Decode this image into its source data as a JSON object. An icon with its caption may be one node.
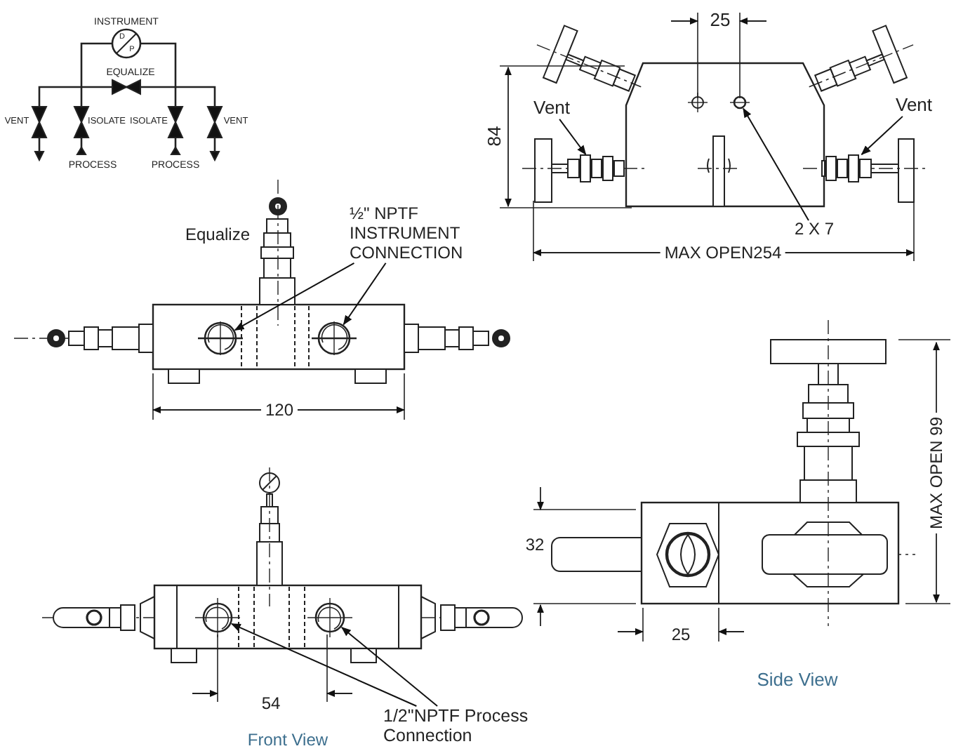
{
  "diagram": {
    "nodes": [
      {
        "text": [
          "Vent"
        ]
      },
      {
        "text": [],
        "shape": "picture"
      },
      {
        "text": [
          "Vent"
        ]
      },
      {
        "text": [],
        "shape": "picture"
      },
      {
        "text": [
          "2 X 7"
        ]
      },
      {
        "text": [],
        "shape": "circle"
      },
      {
        "text": [
          "½\" NPTF INSTRUMENT CONNECTION"
        ]
      },
      {
        "text": [],
        "shape": "circle"
      },
      {
        "text": [],
        "shape": "circle"
      },
      {
        "text": [
          "1/2\"NPTF Process Connection"
        ]
      },
      {
        "text": [],
        "shape": "circle"
      },
      {
        "text": [],
        "shape": "circle"
      }
    ],
    "edges": [
      {
        "from": 0,
        "to": 1,
        "arrow": "to"
      },
      {
        "from": 2,
        "to": 3,
        "arrow": "to"
      },
      {
        "from": 4,
        "to": 5,
        "arrow": "to"
      },
      {
        "from": 6,
        "to": 7,
        "arrow": "to"
      },
      {
        "from": 6,
        "to": 8,
        "arrow": "to"
      },
      {
        "from": 9,
        "to": 10,
        "arrow": "to"
      },
      {
        "from": 9,
        "to": 11,
        "arrow": "to"
      }
    ],
    "labels": [
      "INSTRUMENT",
      "D",
      "P",
      "EQUALIZE",
      "VENT",
      "ISOLATE",
      "ISOLATE",
      "VENT",
      "PROCESS",
      "PROCESS",
      "25",
      "84",
      "Equalize",
      "MAX OPEN254",
      "120",
      "MAX OPEN 99",
      "32",
      "25",
      "54",
      "Side View",
      "Front View"
    ]
  }
}
